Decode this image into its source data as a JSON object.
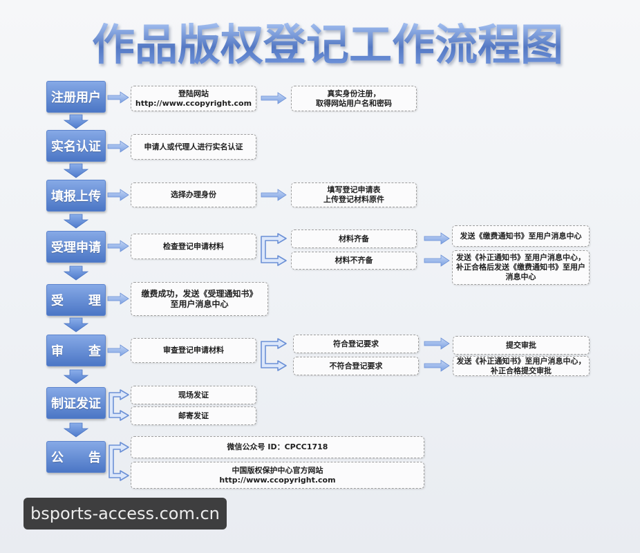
{
  "title": "作品版权登记工作流程图",
  "steps": [
    {
      "label": "注册用户",
      "boxes": [
        "登陆网站\nhttp://www.ccopyright.com",
        "真实身份注册，\n取得网站用户名和密码"
      ]
    },
    {
      "label": "实名认证",
      "boxes": [
        "申请人或代理人进行实名认证"
      ]
    },
    {
      "label": "填报上传",
      "boxes": [
        "选择办理身份",
        "填写登记申请表\n上传登记材料原件"
      ]
    },
    {
      "label": "受理申请",
      "boxes": [
        "检查登记申请材料",
        "材料齐备",
        "材料不齐备",
        "发送《缴费通知书》至用户消息中心",
        "发送《补正通知书》至用户消息中心，\n补正合格后发送《缴费通知书》至用户\n消息中心"
      ]
    },
    {
      "label": "受　　理",
      "boxes": [
        "缴费成功，发送《受理通知书》\n至用户消息中心"
      ]
    },
    {
      "label": "审　　查",
      "boxes": [
        "审查登记申请材料",
        "符合登记要求",
        "不符合登记要求",
        "提交审批",
        "发送《补正通知书》至用户消息中心，\n补正合格提交审批"
      ]
    },
    {
      "label": "制证发证",
      "boxes": [
        "现场发证",
        "邮寄发证"
      ]
    },
    {
      "label": "公　　告",
      "boxes": [
        "微信公众号 ID：CPCC1718",
        "中国版权保护中心官方网站\nhttp://www.ccopyright.com"
      ]
    }
  ],
  "watermark": "bsports-access.com.cn",
  "theme": {
    "step_top": "#86a9e6",
    "step_bottom": "#4b76c5",
    "step_border": "#5a82cc",
    "arrow_light": "#b0c8f2",
    "arrow_dark": "#7a9fe0"
  }
}
